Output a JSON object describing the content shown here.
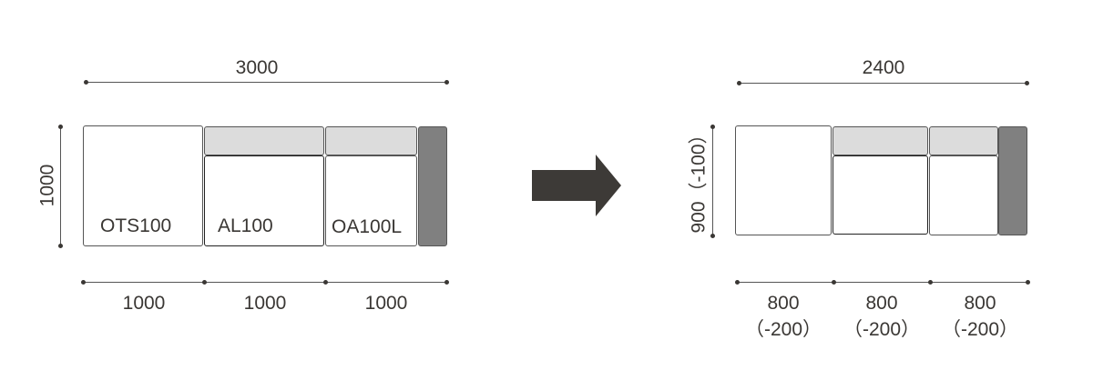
{
  "before": {
    "total_width": "3000",
    "depth": "1000",
    "modules": [
      {
        "name": "OTS100"
      },
      {
        "name": "AL100"
      },
      {
        "name": "OA100L"
      }
    ],
    "module_widths": [
      "1000",
      "1000",
      "1000"
    ]
  },
  "after": {
    "total_width": "2400",
    "depth": "900（-100）",
    "module_widths": [
      "800",
      "800",
      "800"
    ],
    "module_deltas": [
      "（-200）",
      "（-200）",
      "（-200）"
    ]
  },
  "colors": {
    "back": "#dcdcdc",
    "arm": "#808080",
    "arrow": "#3d3a37"
  },
  "arrow_icon": "right-arrow-icon"
}
